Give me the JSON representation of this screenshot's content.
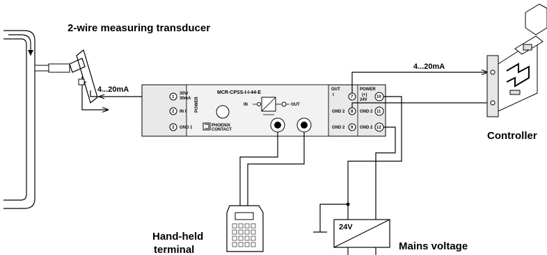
{
  "labels": {
    "transducer": "2-wire measuring transducer",
    "signal_left": "4...20mA",
    "signal_right": "4...20mA",
    "controller": "Controller",
    "handheld_line1": "Hand-held",
    "handheld_line2": "terminal",
    "mains": "Mains voltage",
    "psu": "24V"
  },
  "module": {
    "model": "MCR-CPSS-I-I-44-E",
    "brand_line1": "PHOENIX",
    "brand_line2": "CONTACT",
    "power_led": "POWER",
    "in_label": "IN",
    "out_label": "OUT",
    "left_terminals": [
      {
        "num": "1",
        "line1": "30V/",
        "line2": "30mA"
      },
      {
        "num": "2",
        "line1": "IN I",
        "line2": ""
      },
      {
        "num": "3",
        "line1": "GND 1",
        "line2": ""
      }
    ],
    "out_header_line1": "OUT",
    "out_header_line2": "I",
    "power_header_line1": "POWER",
    "power_header_line2": "(+)",
    "power_header_line3": "24V",
    "right_terminals": [
      {
        "num": "7",
        "label": ""
      },
      {
        "num": "8",
        "label": "GND 2"
      },
      {
        "num": "9",
        "label": "GND 2"
      },
      {
        "num": "10",
        "label": ""
      },
      {
        "num": "11",
        "label": "GND 2"
      },
      {
        "num": "12",
        "label": "GND 2"
      }
    ]
  }
}
